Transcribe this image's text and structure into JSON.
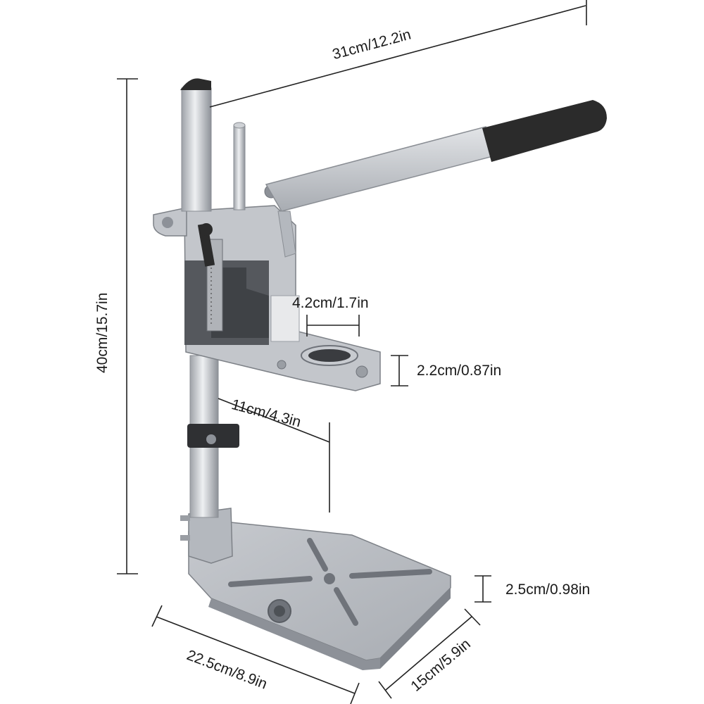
{
  "image": {
    "subject": "Drill press stand with dimension annotations",
    "colors": {
      "body": "#b9bcc2",
      "body_dark": "#8d9198",
      "panel": "#55585d",
      "grip": "#2b2b2b",
      "steel": "#d4d6da",
      "line": "#222222"
    }
  },
  "dimensions": {
    "width_top": "31cm/12.2in",
    "height": "40cm/15.7in",
    "collar_diameter": "4.2cm/1.7in",
    "collar_height": "2.2cm/0.87in",
    "throat_depth": "11cm/4.3in",
    "base_thickness": "2.5cm/0.98in",
    "base_length": "22.5cm/8.9in",
    "base_width": "15cm/5.9in"
  }
}
